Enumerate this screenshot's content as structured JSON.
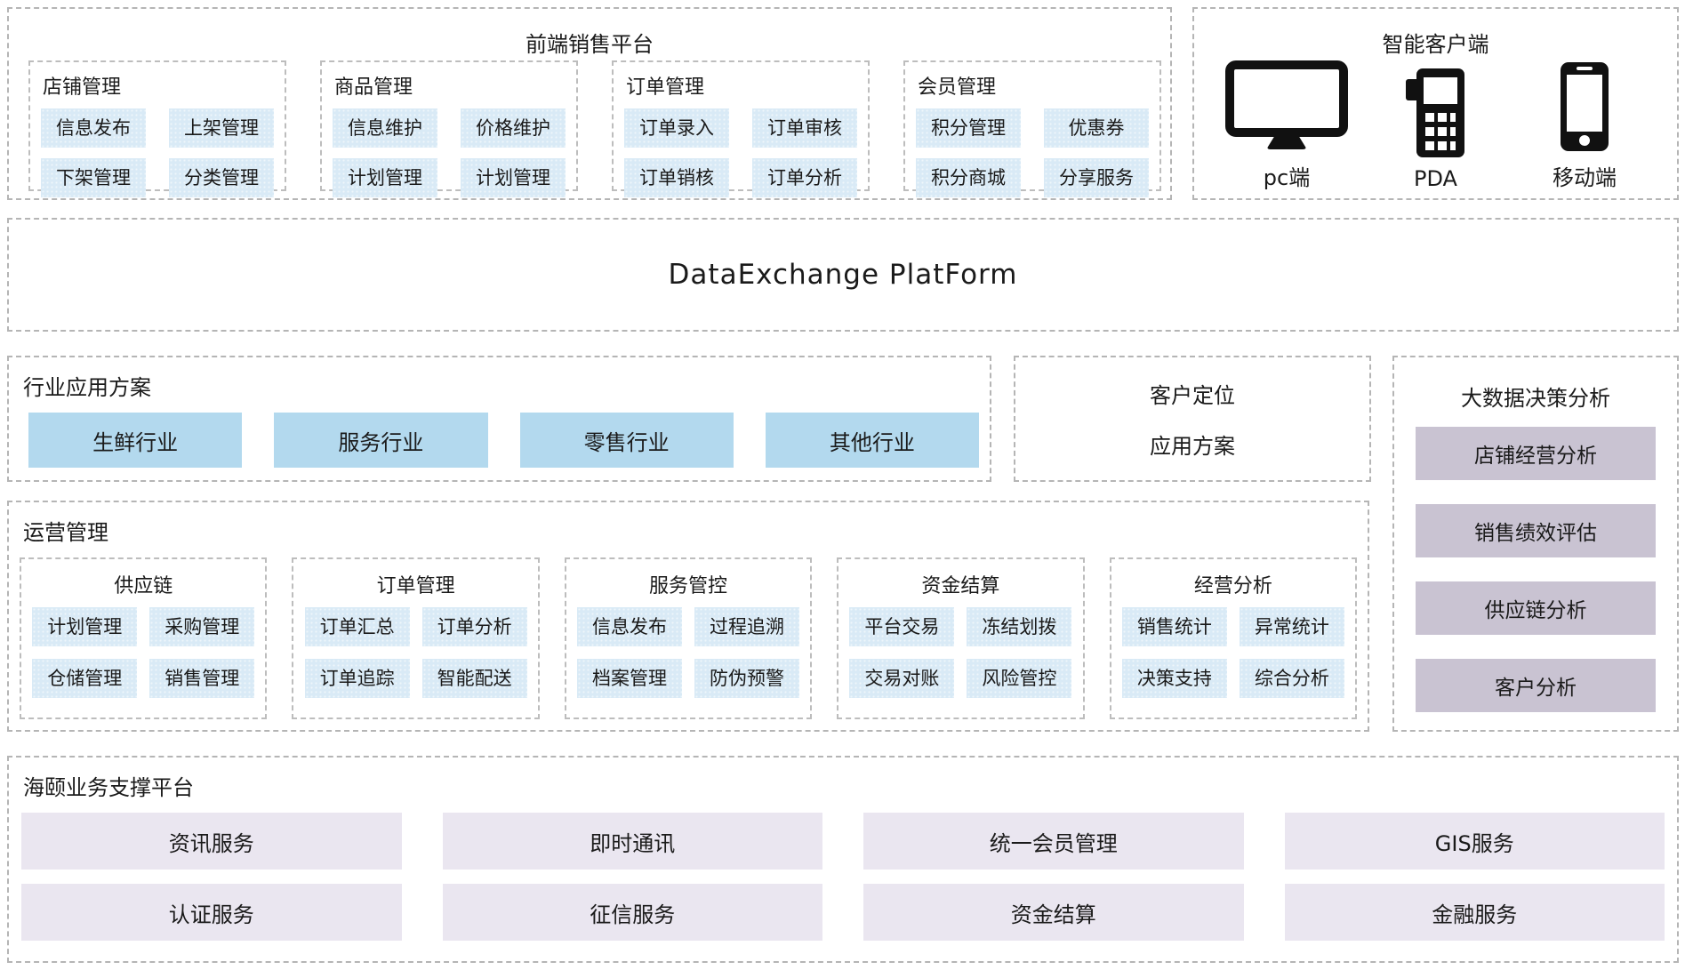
{
  "frontend_platform": {
    "title": "前端销售平台",
    "groups": [
      {
        "title": "店铺管理",
        "items": [
          "信息发布",
          "上架管理",
          "下架管理",
          "分类管理"
        ]
      },
      {
        "title": "商品管理",
        "items": [
          "信息维护",
          "价格维护",
          "计划管理",
          "计划管理"
        ]
      },
      {
        "title": "订单管理",
        "items": [
          "订单录入",
          "订单审核",
          "订单销核",
          "订单分析"
        ]
      },
      {
        "title": "会员管理",
        "items": [
          "积分管理",
          "优惠券",
          "积分商城",
          "分享服务"
        ]
      }
    ]
  },
  "smart_client": {
    "title": "智能客户端",
    "devices": [
      {
        "icon": "monitor-icon",
        "label": "pc端"
      },
      {
        "icon": "pda-icon",
        "label": "PDA"
      },
      {
        "icon": "mobile-icon",
        "label": "移动端"
      }
    ]
  },
  "exchange_band": {
    "title": "DataExchange  PlatForm"
  },
  "industry_solutions": {
    "title": "行业应用方案",
    "items": [
      "生鲜行业",
      "服务行业",
      "零售行业",
      "其他行业"
    ]
  },
  "customer_positioning": {
    "line1": "客户定位",
    "line2": "应用方案"
  },
  "bigdata_analysis": {
    "title": "大数据决策分析",
    "items": [
      "店铺经营分析",
      "销售绩效评估",
      "供应链分析",
      "客户分析"
    ]
  },
  "operations": {
    "title": "运营管理",
    "groups": [
      {
        "title": "供应链",
        "items": [
          "计划管理",
          "采购管理",
          "仓储管理",
          "销售管理"
        ]
      },
      {
        "title": "订单管理",
        "items": [
          "订单汇总",
          "订单分析",
          "订单追踪",
          "智能配送"
        ]
      },
      {
        "title": "服务管控",
        "items": [
          "信息发布",
          "过程追溯",
          "档案管理",
          "防伪预警"
        ]
      },
      {
        "title": "资金结算",
        "items": [
          "平台交易",
          "冻结划拨",
          "交易对账",
          "风险管控"
        ]
      },
      {
        "title": "经营分析",
        "items": [
          "销售统计",
          "异常统计",
          "决策支持",
          "综合分析"
        ]
      }
    ]
  },
  "support_platform": {
    "title": "海颐业务支撑平台",
    "items": [
      "资讯服务",
      "即时通讯",
      "统一会员管理",
      "GIS服务",
      "认证服务",
      "征信服务",
      "资金结算",
      "金融服务"
    ]
  },
  "colors": {
    "tag_blue": "#d9eaf6",
    "industry_blue": "#b3d9ee",
    "analysis_gray": "#c9c3d2",
    "support_lavender": "#eae6f0",
    "dashed_border": "#b5b5b5",
    "text": "#1a1a1a"
  }
}
